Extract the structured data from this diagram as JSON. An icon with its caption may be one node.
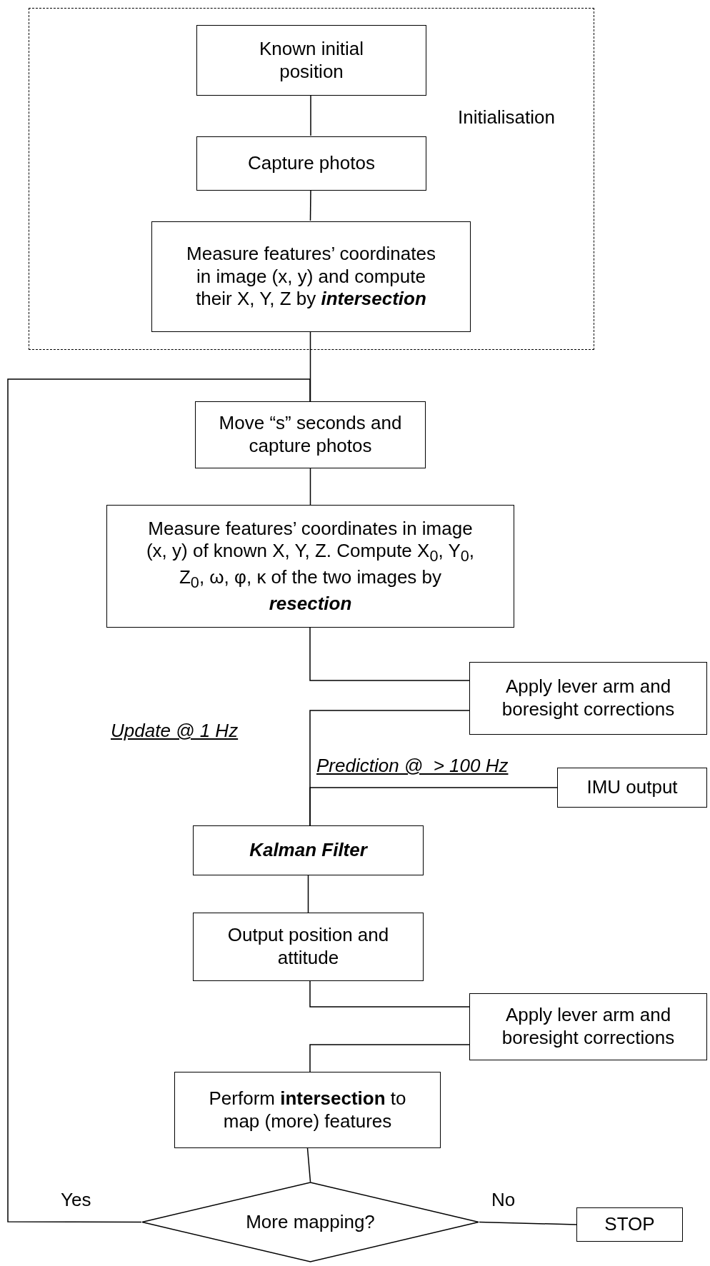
{
  "diagram": {
    "nodes": [
      {
        "text": [
          "Initialisation"
        ]
      },
      {
        "text": [
          "Known initial position"
        ],
        "in": 0
      },
      {
        "text": [
          "Capture photos"
        ],
        "in": 0
      },
      {
        "text": [
          "Measure features’ coordinates in image (x, y) and compute their X, Y, Z by **intersection**"
        ],
        "in": 0
      },
      {
        "text": [
          "Move “s” seconds and capture photos"
        ]
      },
      {
        "text": [
          "Measure features’ coordinates in image (x, y) of known X, Y, Z. Compute X$_{0}$, Y$_{0}$, Z$_{0}$, ω, φ, κ of the two images by **resection**"
        ]
      },
      {
        "text": [
          "Apply lever arm and boresight corrections"
        ]
      },
      {
        "text": [
          "IMU output"
        ]
      },
      {
        "text": [
          "Kalman Filter"
        ]
      },
      {
        "text": [
          "Output position and attitude"
        ]
      },
      {
        "text": [
          "Apply lever arm and boresight corrections"
        ]
      },
      {
        "text": [
          "Perform **intersection** to map (more) features"
        ]
      },
      {
        "text": [
          "More mapping?"
        ]
      },
      {
        "text": [
          "STOP"
        ]
      }
    ],
    "edges": [
      {
        "from": 1,
        "to": 2,
        "arrow": "none"
      },
      {
        "from": 2,
        "to": 3,
        "arrow": "none"
      },
      {
        "from": 3,
        "to": 4,
        "arrow": "none"
      },
      {
        "from": 4,
        "to": 5,
        "arrow": "none"
      },
      {
        "from": 5,
        "to": 6,
        "arrow": "none"
      },
      {
        "from": 6,
        "to": 8,
        "arrow": "none",
        "label": "Update @ 1 Hz"
      },
      {
        "from": 7,
        "to": 8,
        "arrow": "none",
        "label": "Prediction @  > 100 Hz"
      },
      {
        "from": 8,
        "to": 9,
        "arrow": "none"
      },
      {
        "from": 9,
        "to": 10,
        "arrow": "none"
      },
      {
        "from": 10,
        "to": 11,
        "arrow": "none"
      },
      {
        "from": 11,
        "to": 12,
        "arrow": "none"
      },
      {
        "from": 12,
        "to": 4,
        "arrow": "none",
        "label": "Yes"
      },
      {
        "from": 12,
        "to": 13,
        "arrow": "none",
        "label": "No"
      }
    ]
  }
}
